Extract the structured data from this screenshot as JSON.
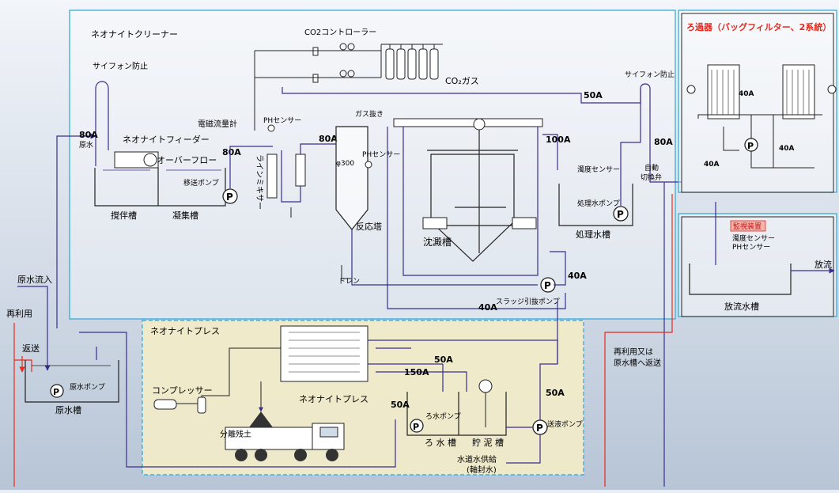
{
  "sections": {
    "cleaner": "ネオナイトクリーナー",
    "press": "ネオナイトプレス",
    "filter": "ろ過器（バッグフィルター、2系統）",
    "monitor": "監視装置"
  },
  "labels": {
    "co2_controller": "CO2コントローラー",
    "co2_gas": "CO₂ガス",
    "siphon_left": "サイフォン防止",
    "siphon_right": "サイフォン防止",
    "em_flowmeter": "電磁流量計",
    "ph_sensor_1": "PHセンサー",
    "ph_sensor_2": "PHセンサー",
    "gas_vent": "ガス抜き",
    "feeder": "ネオナイトフィーダー",
    "overflow": "オーバーフロー",
    "transfer_pump": "移送ポンプ",
    "line_mixer": "ラインミキサー",
    "phi300": "φ300",
    "reaction_tower": "反応塔",
    "drain": "ドレン",
    "settling_tank": "沈澱槽",
    "sludge_pump": "スラッジ引抜ポンプ",
    "turbidity_1": "濁度センサー",
    "treated_pump": "処理水ポンプ",
    "treated_tank": "処理水槽",
    "auto_switch_1": "自動",
    "auto_switch_2": "切換弁",
    "stir_tank": "撹伴槽",
    "coag_tank": "凝集槽",
    "raw_water_small": "原水",
    "raw_inflow": "原水流入",
    "reuse": "再利用",
    "return": "返送",
    "raw_pump": "原水ポンプ",
    "raw_tank": "原水槽",
    "compressor": "コンプレッサー",
    "press_machine": "ネオナイトプレス",
    "separated_residue": "分離残土",
    "filtrate_pump": "ろ水ポンプ",
    "filtrate_tank": "ろ 水 槽",
    "sludge_tank": "貯 泥 槽",
    "feed_pump": "送液ポンプ",
    "tap_water_1": "水道水供給",
    "tap_water_2": "(軸封水)",
    "reuse_note_1": "再利用又は",
    "reuse_note_2": "原水槽へ返送",
    "turbidity_2": "濁度センサー",
    "ph_sensor_3": "PHセンサー",
    "discharge_tank": "放流水槽",
    "discharge": "放流"
  },
  "pipe_sizes": {
    "a80_raw": "80A",
    "a80_flow": "80A",
    "a80_reactor": "80A",
    "a50_top": "50A",
    "a100": "100A",
    "a80_right": "80A",
    "a40_filter_1": "40A",
    "a40_filter_2": "40A",
    "a40_filter_3": "40A",
    "a40_sludge": "40A",
    "a40_return": "40A",
    "a50_press": "50A",
    "a150": "150A",
    "a50_press_right": "50A",
    "a50_filtrate": "50A"
  },
  "pump_symbol": "P",
  "colors": {
    "pipe": "#3a2d8f",
    "line": "#111111",
    "cleaner_border": "#2aa6d8",
    "press_border": "#2aa6d8",
    "press_fill": "#f3ecc8",
    "red_line": "#e8291c",
    "filter_title": "#e8291c",
    "monitor_bg": "#f7b3a8"
  }
}
